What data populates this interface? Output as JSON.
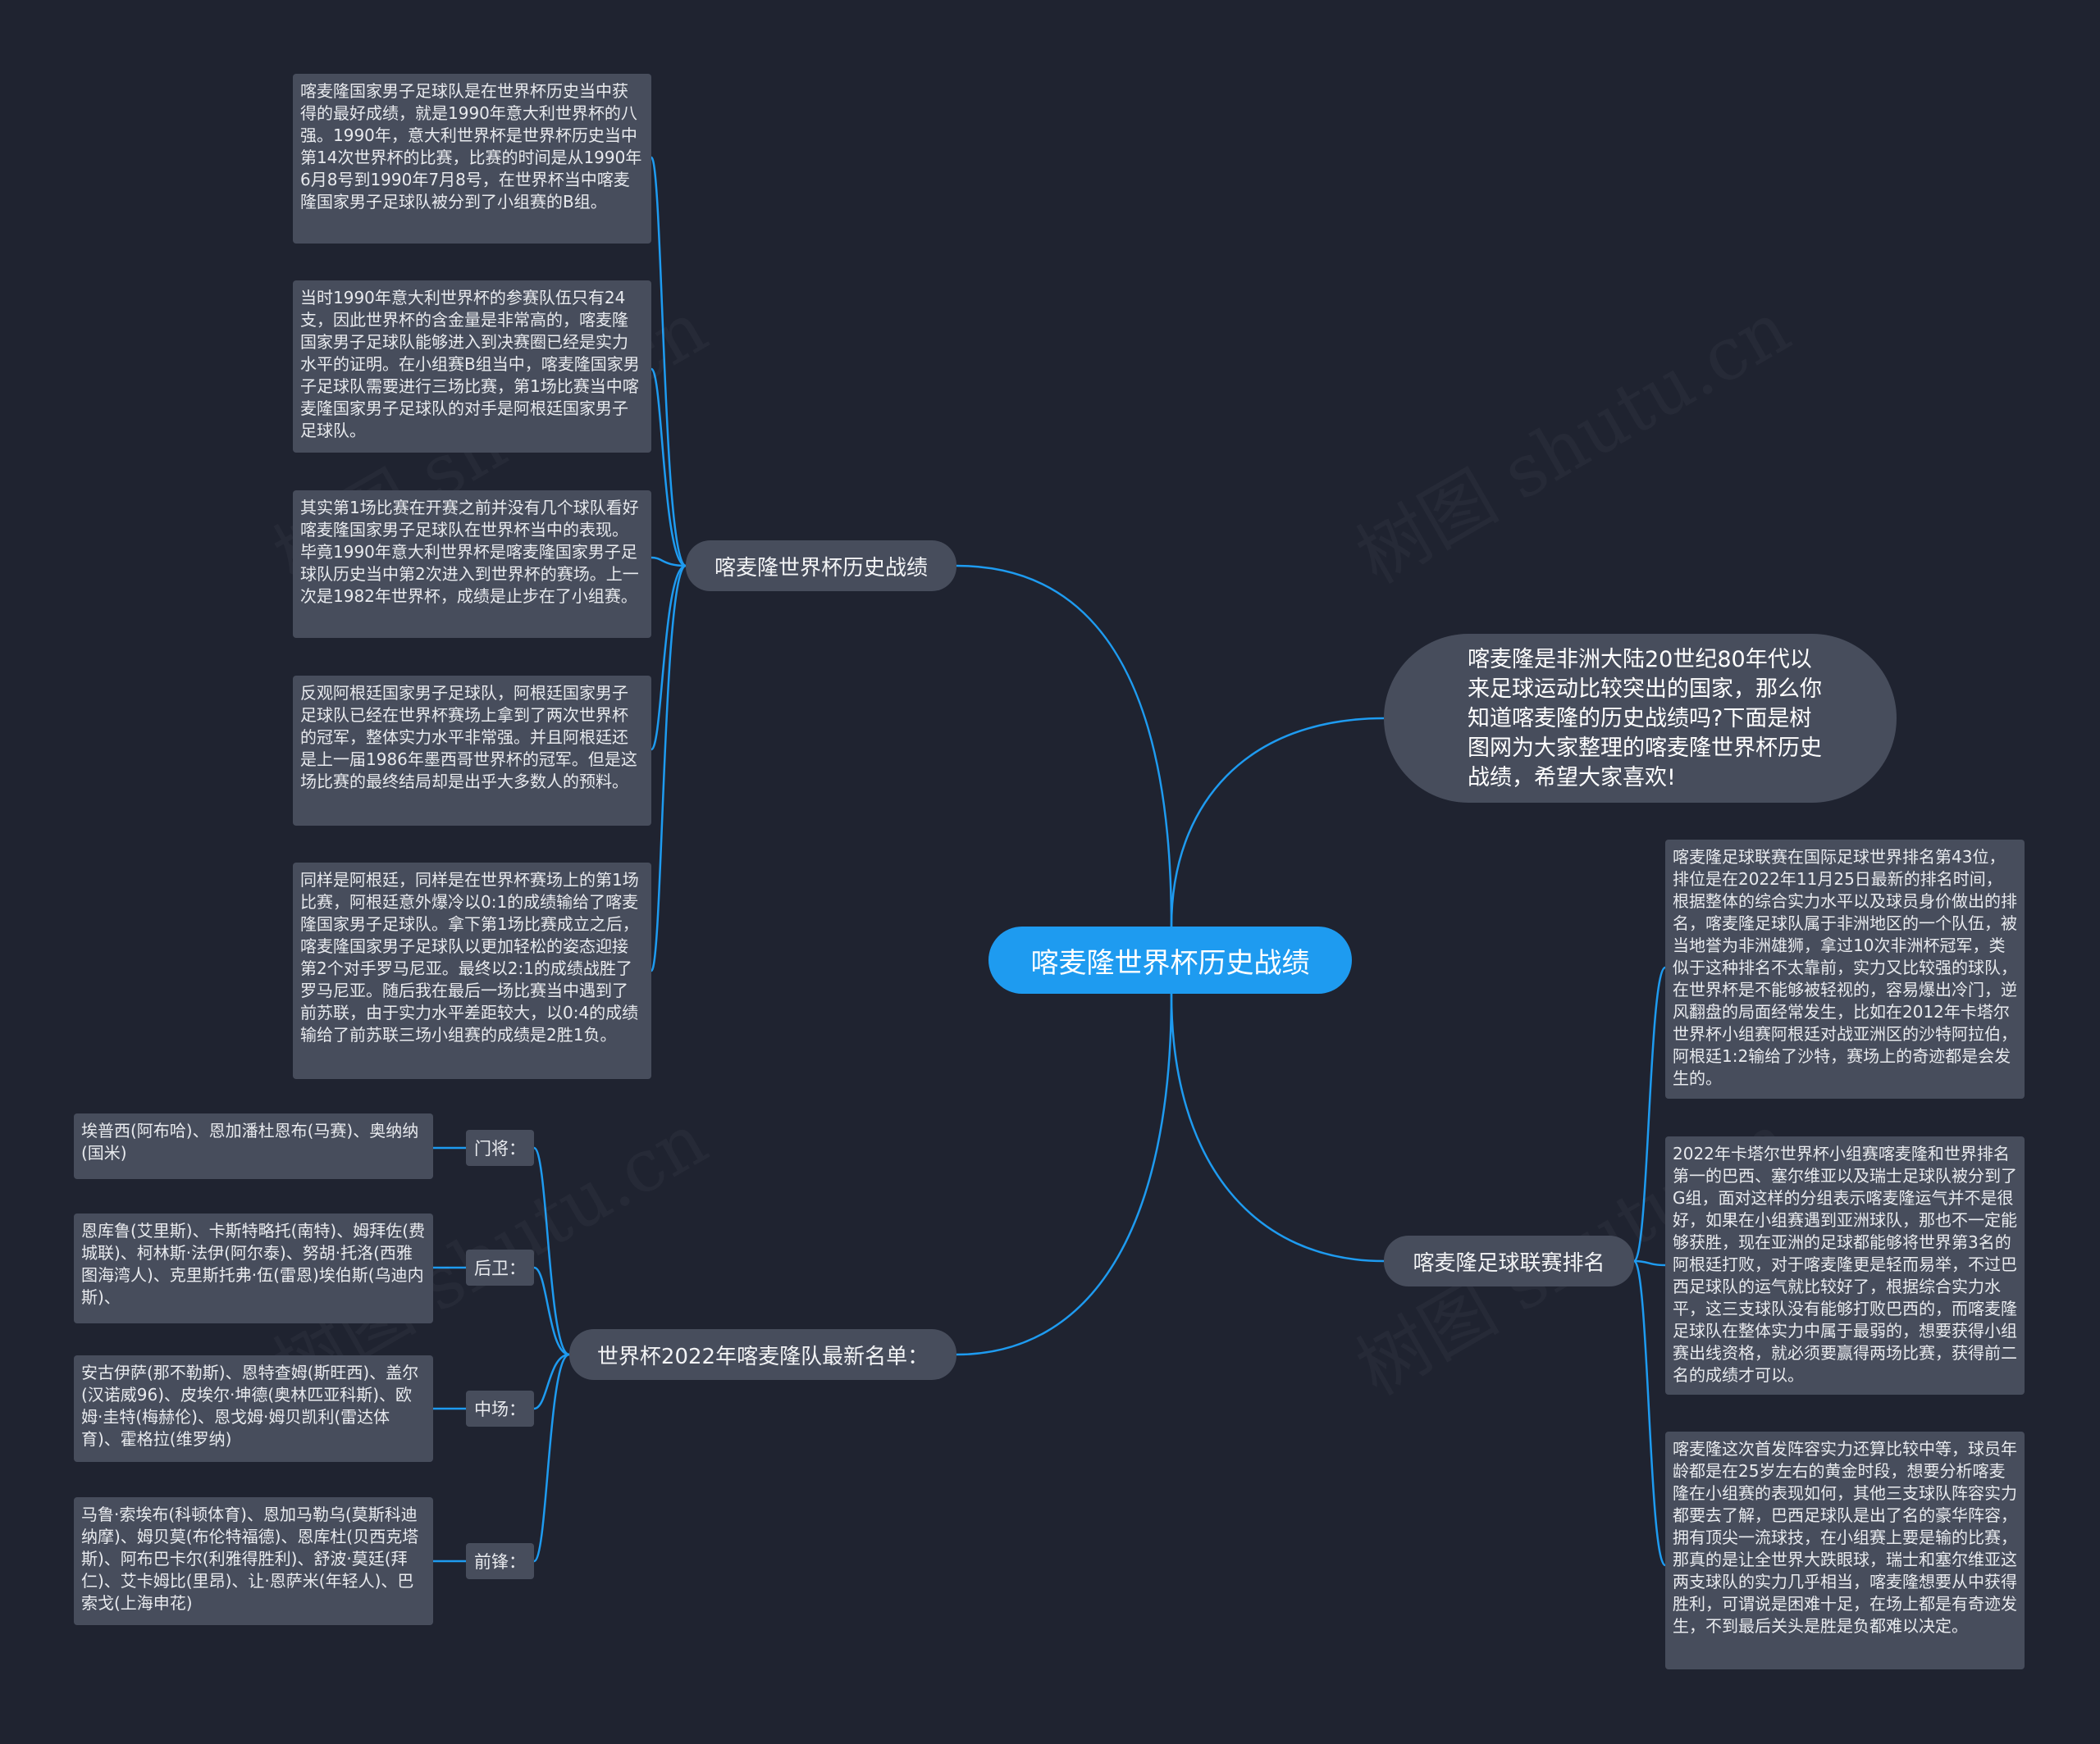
{
  "root": {
    "label": "喀麦隆世界杯历史战绩"
  },
  "intro": {
    "text": "喀麦隆是非洲大陆20世纪80年代以来足球运动比较突出的国家，那么你知道喀麦隆的历史战绩吗?下面是树图网为大家整理的喀麦隆世界杯历史战绩，希望大家喜欢!"
  },
  "history": {
    "label": "喀麦隆世界杯历史战绩",
    "leaves": [
      "喀麦隆国家男子足球队是在世界杯历史当中获得的最好成绩，就是1990年意大利世界杯的八强。1990年，意大利世界杯是世界杯历史当中第14次世界杯的比赛，比赛的时间是从1990年6月8号到1990年7月8号，在世界杯当中喀麦隆国家男子足球队被分到了小组赛的B组。",
      "当时1990年意大利世界杯的参赛队伍只有24支，因此世界杯的含金量是非常高的，喀麦隆国家男子足球队能够进入到决赛圈已经是实力水平的证明。在小组赛B组当中，喀麦隆国家男子足球队需要进行三场比赛，第1场比赛当中喀麦隆国家男子足球队的对手是阿根廷国家男子足球队。",
      "其实第1场比赛在开赛之前并没有几个球队看好喀麦隆国家男子足球队在世界杯当中的表现。毕竟1990年意大利世界杯是喀麦隆国家男子足球队历史当中第2次进入到世界杯的赛场。上一次是1982年世界杯，成绩是止步在了小组赛。",
      "反观阿根廷国家男子足球队，阿根廷国家男子足球队已经在世界杯赛场上拿到了两次世界杯的冠军，整体实力水平非常强。并且阿根廷还是上一届1986年墨西哥世界杯的冠军。但是这场比赛的最终结局却是出乎大多数人的预料。",
      "同样是阿根廷，同样是在世界杯赛场上的第1场比赛，阿根廷意外爆冷以0:1的成绩输给了喀麦隆国家男子足球队。拿下第1场比赛成立之后，喀麦隆国家男子足球队以更加轻松的姿态迎接第2个对手罗马尼亚。最终以2:1的成绩战胜了罗马尼亚。随后我在最后一场比赛当中遇到了前苏联，由于实力水平差距较大，以0:4的成绩输给了前苏联三场小组赛的成绩是2胜1负。"
    ]
  },
  "roster": {
    "label": "世界杯2022年喀麦隆队最新名单：",
    "groups": [
      {
        "tag": "门将：",
        "text": "埃普西(阿布哈)、恩加潘杜恩布(马赛)、奥纳纳(国米)"
      },
      {
        "tag": "后卫：",
        "text": "恩库鲁(艾里斯)、卡斯特略托(南特)、姆拜佐(费城联)、柯林斯·法伊(阿尔泰)、努胡·托洛(西雅图海湾人)、克里斯托弗·伍(雷恩)埃伯斯(乌迪内斯)、"
      },
      {
        "tag": "中场：",
        "text": "安古伊萨(那不勒斯)、恩特查姆(斯旺西)、盖尔(汉诺威96)、皮埃尔·坤德(奥林匹亚科斯)、欧姆·圭特(梅赫伦)、恩戈姆·姆贝凯利(雷达体育)、霍格拉(维罗纳)"
      },
      {
        "tag": "前锋：",
        "text": "马鲁·索埃布(科顿体育)、恩加马勒乌(莫斯科迪纳摩)、姆贝莫(布伦特福德)、恩库杜(贝西克塔斯)、阿布巴卡尔(利雅得胜利)、舒波·莫廷(拜仁)、艾卡姆比(里昂)、让·恩萨米(年轻人)、巴索戈(上海申花)"
      }
    ]
  },
  "ranking": {
    "label": "喀麦隆足球联赛排名",
    "leaves": [
      "喀麦隆足球联赛在国际足球世界排名第43位，排位是在2022年11月25日最新的排名时间，根据整体的综合实力水平以及球员身价做出的排名，喀麦隆足球队属于非洲地区的一个队伍，被当地誉为非洲雄狮，拿过10次非洲杯冠军，类似于这种排名不太靠前，实力又比较强的球队，在世界杯是不能够被轻视的，容易爆出冷门，逆风翻盘的局面经常发生，比如在2012年卡塔尔世界杯小组赛阿根廷对战亚洲区的沙特阿拉伯，阿根廷1:2输给了沙特，赛场上的奇迹都是会发生的。",
      "2022年卡塔尔世界杯小组赛喀麦隆和世界排名第一的巴西、塞尔维亚以及瑞士足球队被分到了G组，面对这样的分组表示喀麦隆运气并不是很好，如果在小组赛遇到亚洲球队，那也不一定能够获胜，现在亚洲的足球都能够将世界第3名的阿根廷打败，对于喀麦隆更是轻而易举，不过巴西足球队的运气就比较好了，根据综合实力水平，这三支球队没有能够打败巴西的，而喀麦隆足球队在整体实力中属于最弱的，想要获得小组赛出线资格，就必须要赢得两场比赛，获得前二名的成绩才可以。",
      "喀麦隆这次首发阵容实力还算比较中等，球员年龄都是在25岁左右的黄金时段，想要分析喀麦隆在小组赛的表现如何，其他三支球队阵容实力都要去了解，巴西足球队是出了名的豪华阵容，拥有顶尖一流球技，在小组赛上要是输的比赛，那真的是让全世界大跌眼球，瑞士和塞尔维亚这两支球队的实力几乎相当，喀麦隆想要从中获得胜利，可谓说是困难十足，在场上都是有奇迹发生，不到最后关头是胜是负都难以决定。"
    ]
  },
  "watermark": "树图 shutu.cn"
}
